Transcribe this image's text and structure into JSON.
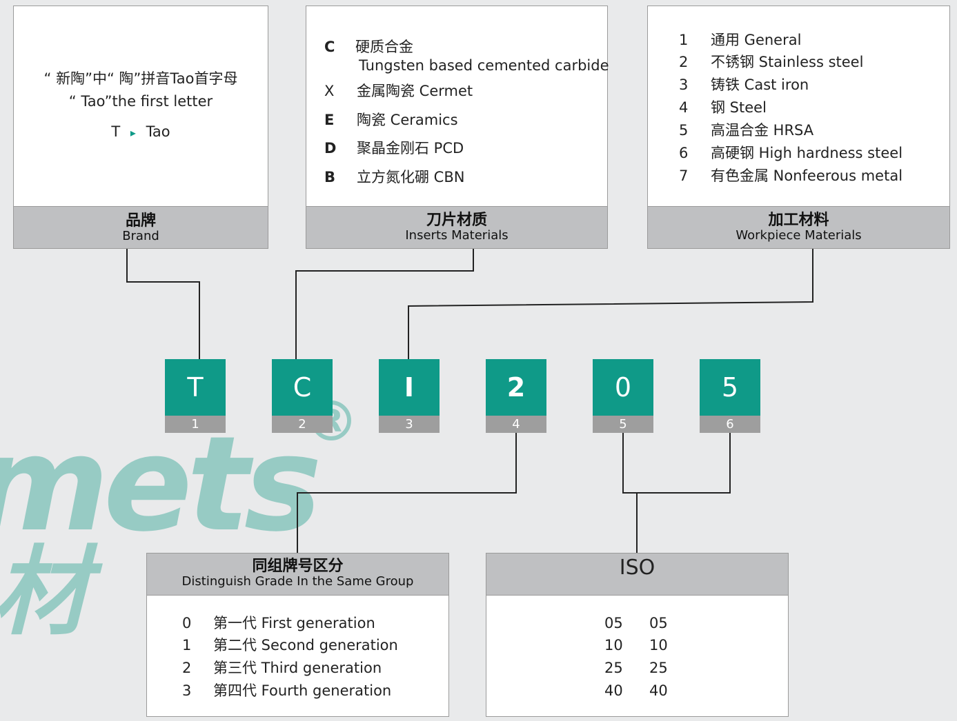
{
  "watermark": {
    "word": "mets",
    "reg": "®",
    "char": "材"
  },
  "brand": {
    "header_cn": "品牌",
    "header_en": "Brand",
    "line1": "“ 新陶”中“ 陶”拼音Tao首字母",
    "line2": "“ Tao”the first letter",
    "letter": "T",
    "arrow": "▸",
    "word": "Tao"
  },
  "inserts": {
    "header_cn": "刀片材质",
    "header_en": "Inserts Materials",
    "items": [
      {
        "code": "C",
        "text": "硬质合金",
        "sub": "Tungsten based cemented carbide"
      },
      {
        "code": "X",
        "text": "金属陶瓷 Cermet"
      },
      {
        "code": "E",
        "text": "陶瓷 Ceramics"
      },
      {
        "code": "D",
        "text": "聚晶金刚石 PCD"
      },
      {
        "code": "B",
        "text": "立方氮化硼 CBN"
      }
    ]
  },
  "workpiece": {
    "header_cn": "加工材料",
    "header_en": "Workpiece Materials",
    "items": [
      {
        "code": "1",
        "text": "通用 General"
      },
      {
        "code": "2",
        "text": "不锈钢 Stainless steel"
      },
      {
        "code": "3",
        "text": "铸铁 Cast iron"
      },
      {
        "code": "4",
        "text": "钢 Steel"
      },
      {
        "code": "5",
        "text": "高温合金 HRSA"
      },
      {
        "code": "6",
        "text": "高硬钢 High hardness steel"
      },
      {
        "code": "7",
        "text": "有色金属 Nonfeerous metal"
      }
    ]
  },
  "codes": [
    {
      "char": "T",
      "index": "1"
    },
    {
      "char": "C",
      "index": "2"
    },
    {
      "char": "I",
      "index": "3"
    },
    {
      "char": "2",
      "index": "4"
    },
    {
      "char": "0",
      "index": "5"
    },
    {
      "char": "5",
      "index": "6"
    }
  ],
  "grade": {
    "header_cn": "同组牌号区分",
    "header_en": "Distinguish Grade In the Same Group",
    "items": [
      {
        "code": "0",
        "text": "第一代 First generation"
      },
      {
        "code": "1",
        "text": "第二代 Second generation"
      },
      {
        "code": "2",
        "text": "第三代 Third generation"
      },
      {
        "code": "3",
        "text": "第四代 Fourth generation"
      }
    ]
  },
  "iso": {
    "header": "ISO",
    "rows": [
      {
        "a": "05",
        "b": "05"
      },
      {
        "a": "10",
        "b": "10"
      },
      {
        "a": "25",
        "b": "25"
      },
      {
        "a": "40",
        "b": "40"
      }
    ]
  },
  "colors": {
    "accent": "#0f9a88",
    "header_bg": "#bfc0c2",
    "index_bg": "#9e9e9e",
    "watermark": "#97cbc4"
  }
}
